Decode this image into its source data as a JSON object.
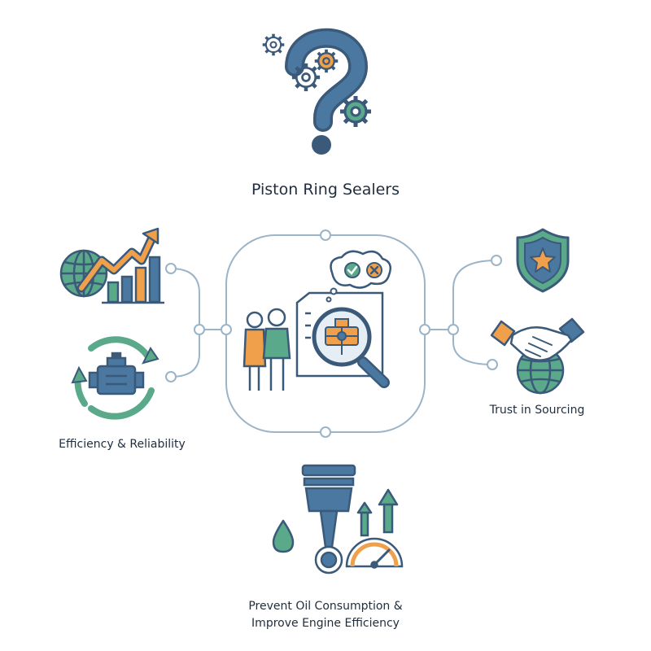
{
  "title": "Piston Ring Sealers",
  "left_label": "Efficiency & Reliability",
  "right_label": "Trust in Sourcing",
  "bottom_label": {
    "line1": "Prevent Oil Consumption &",
    "line2": "Improve Engine Efficiency"
  },
  "colors": {
    "navy": "#3b5a7a",
    "blue": "#4a78a0",
    "green": "#5aa98a",
    "orange": "#f0a04a",
    "connector": "#9bb4c8",
    "text": "#1f2d3d"
  },
  "icons": [
    "question-gears-icon",
    "globe-growth-chart-icon",
    "engine-cycle-icon",
    "people-inspection-icon",
    "shield-star-icon",
    "handshake-globe-icon",
    "piston-gauge-icon"
  ]
}
